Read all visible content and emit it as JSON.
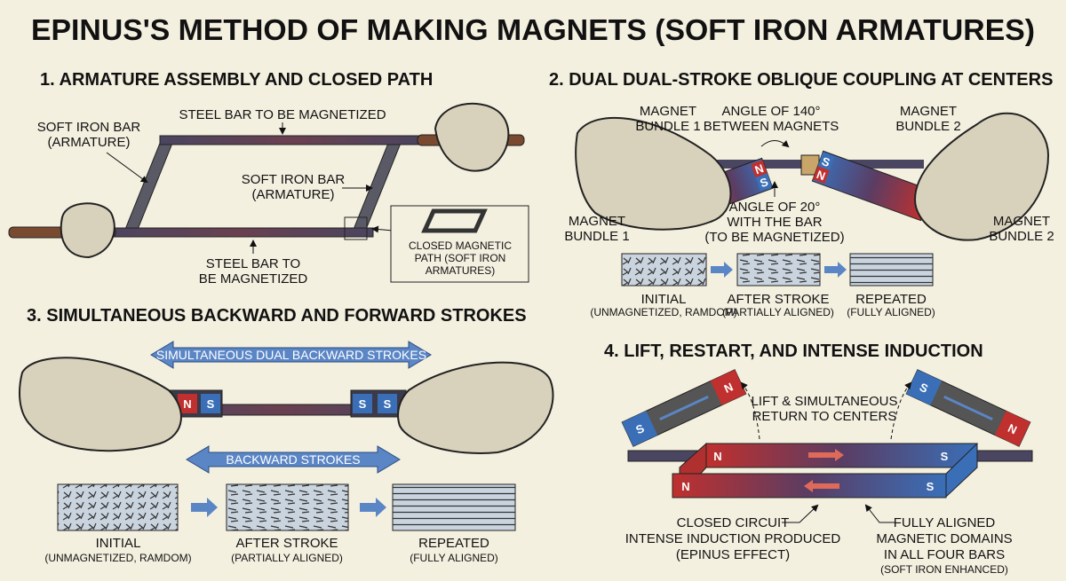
{
  "title": "EPINUS'S METHOD OF MAKING MAGNETS (SOFT IRON ARMATURES)",
  "colors": {
    "background": "#f4f0e0",
    "north": "#c0302e",
    "south": "#3a6fb8",
    "bar": "#4a4560",
    "glove": "#d8d1bb",
    "arrow": "#5b86c6"
  },
  "poles": {
    "north": "N",
    "south": "S"
  },
  "panel1": {
    "heading": "1. ARMATURE ASSEMBLY AND CLOSED PATH",
    "soft_iron_left": [
      "SOFT IRON BAR",
      "(ARMATURE)"
    ],
    "steel_top": "STEEL BAR TO BE MAGNETIZED",
    "soft_iron_right": [
      "SOFT IRON BAR",
      "(ARMATURE)"
    ],
    "steel_bottom": [
      "STEEL BAR TO",
      "BE MAGNETIZED"
    ],
    "inset": [
      "CLOSED MAGNETIC",
      "PATH (SOFT IRON",
      "ARMATURES)"
    ]
  },
  "panel2": {
    "heading": "2. DUAL DUAL-STROKE OBLIQUE COUPLING AT CENTERS",
    "bundle1_top": [
      "MAGNET",
      "BUNDLE 1"
    ],
    "angle140": [
      "ANGLE OF 140°",
      "BETWEEN MAGNETS"
    ],
    "bundle2_top": [
      "MAGNET",
      "BUNDLE 2"
    ],
    "angle20": [
      "ANGLE OF 20°",
      "WITH THE BAR",
      "(TO BE MAGNETIZED)"
    ],
    "bundle1_bottom": [
      "MAGNET",
      "BUNDLE 1"
    ],
    "bundle2_bottom": [
      "MAGNET",
      "BUNDLE 2"
    ],
    "domains": [
      {
        "label": "INITIAL",
        "sub": "(UNMAGNETIZED, RAMDOM)"
      },
      {
        "label": "AFTER STROKE",
        "sub": "(PARTIALLY ALIGNED)"
      },
      {
        "label": "REPEATED",
        "sub": "(FULLY ALIGNED)"
      }
    ]
  },
  "panel3": {
    "heading": "3. SIMULTANEOUS BACKWARD AND FORWARD STROKES",
    "arrow_top": "SIMULTANEOUS DUAL BACKWARD STROKES",
    "arrow_bottom": "BACKWARD STROKES",
    "domains": [
      {
        "label": "INITIAL",
        "sub": "(UNMAGNETIZED, RAMDOM)"
      },
      {
        "label": "AFTER STROKE",
        "sub": "(PARTIALLY ALIGNED)"
      },
      {
        "label": "REPEATED",
        "sub": "(FULLY ALIGNED)"
      }
    ]
  },
  "panel4": {
    "heading": "4. LIFT, RESTART, AND INTENSE INDUCTION",
    "lift": [
      "LIFT & SIMULTANEOUS",
      "RETURN TO CENTERS"
    ],
    "closed": [
      "CLOSED CIRCUIT",
      "INTENSE INDUCTION PRODUCED",
      "(EPINUS EFFECT)"
    ],
    "aligned": [
      "FULLY ALIGNED",
      "MAGNETIC DOMAINS",
      "IN ALL FOUR BARS",
      "(SOFT IRON ENHANCED)"
    ]
  }
}
